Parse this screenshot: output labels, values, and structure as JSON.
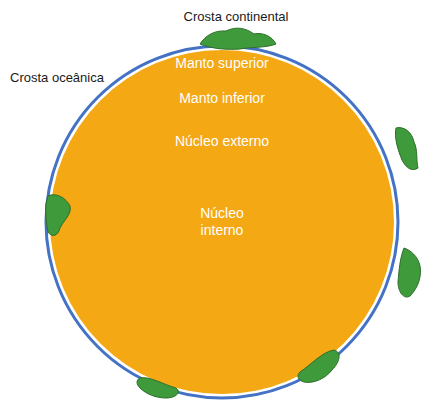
{
  "diagram": {
    "nodes": [
      {
        "text": [
          "Manto superior"
        ]
      },
      {
        "text": [
          "Manto inferior"
        ],
        "in": 0
      },
      {
        "text": [
          "Núcleo externo"
        ],
        "in": 1
      },
      {
        "text": [
          "Núcleo interno"
        ],
        "in": 2
      }
    ],
    "labels": [
      "Crosta continental",
      "Crosta oceânica"
    ]
  }
}
